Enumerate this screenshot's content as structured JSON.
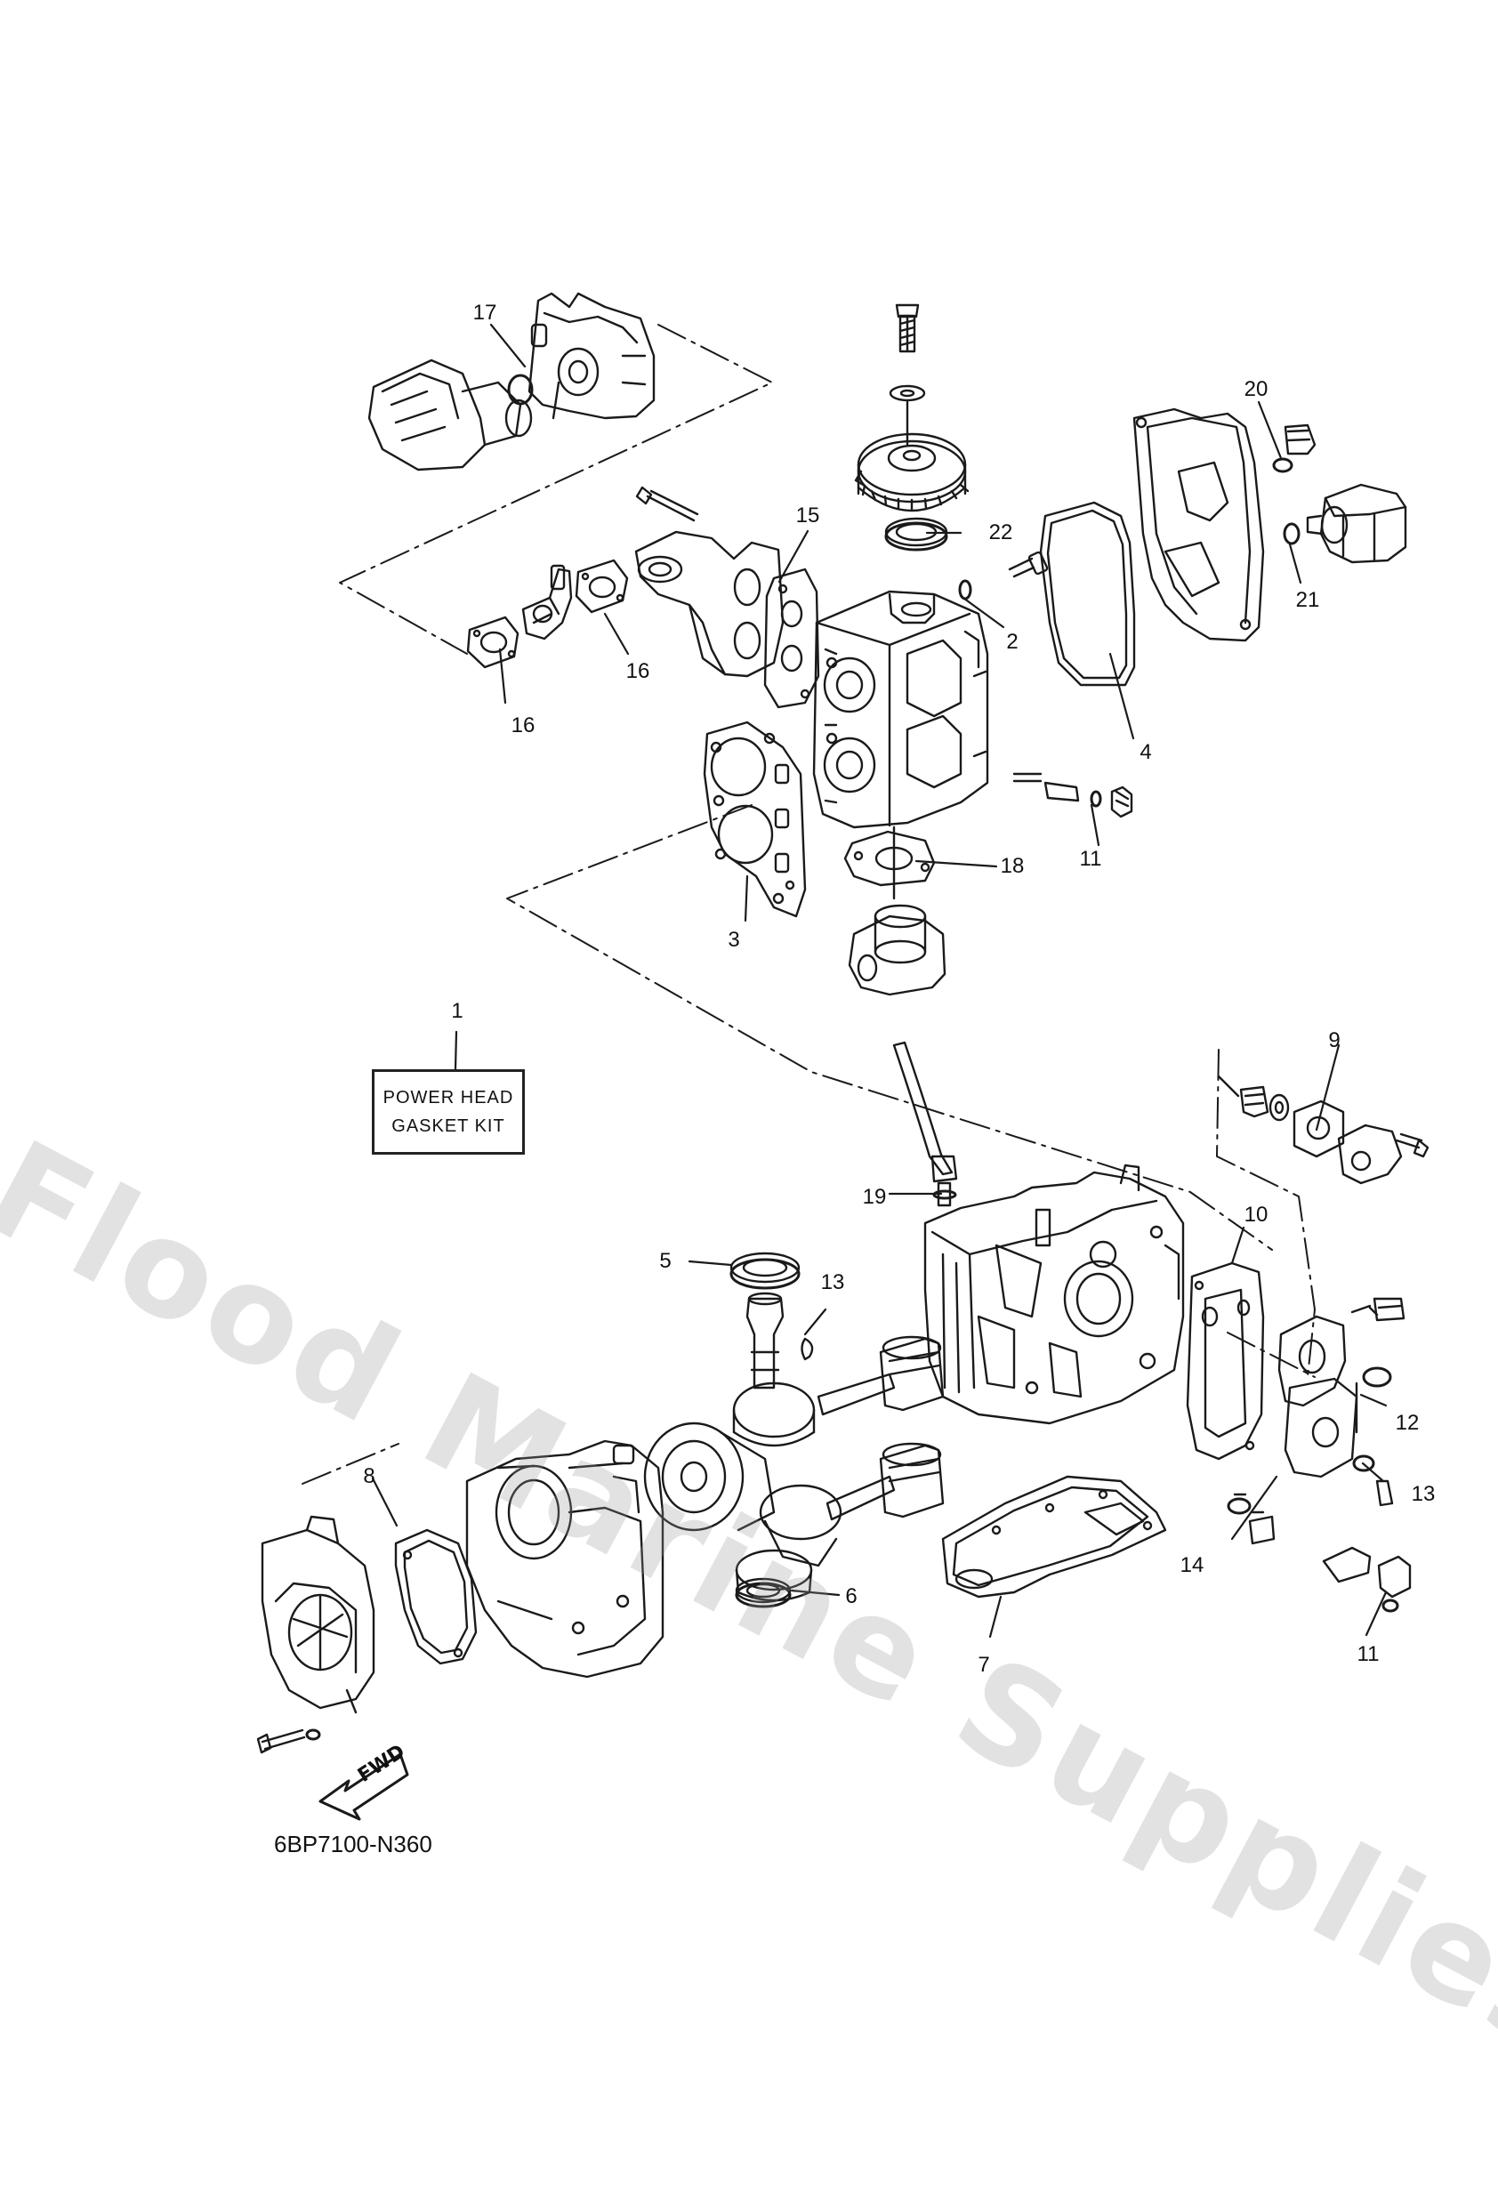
{
  "watermark": "Flood Marine Supplies",
  "kit_label": {
    "line1": "POWER HEAD",
    "line2": "GASKET KIT"
  },
  "drawing_code": "6BP7100-N360",
  "fwd_label": "FWD",
  "part_numbers": [
    "1",
    "2",
    "3",
    "4",
    "5",
    "6",
    "7",
    "8",
    "9",
    "10",
    "11",
    "11",
    "12",
    "13",
    "13",
    "14",
    "15",
    "16",
    "16",
    "17",
    "18",
    "19",
    "20",
    "21",
    "22"
  ]
}
